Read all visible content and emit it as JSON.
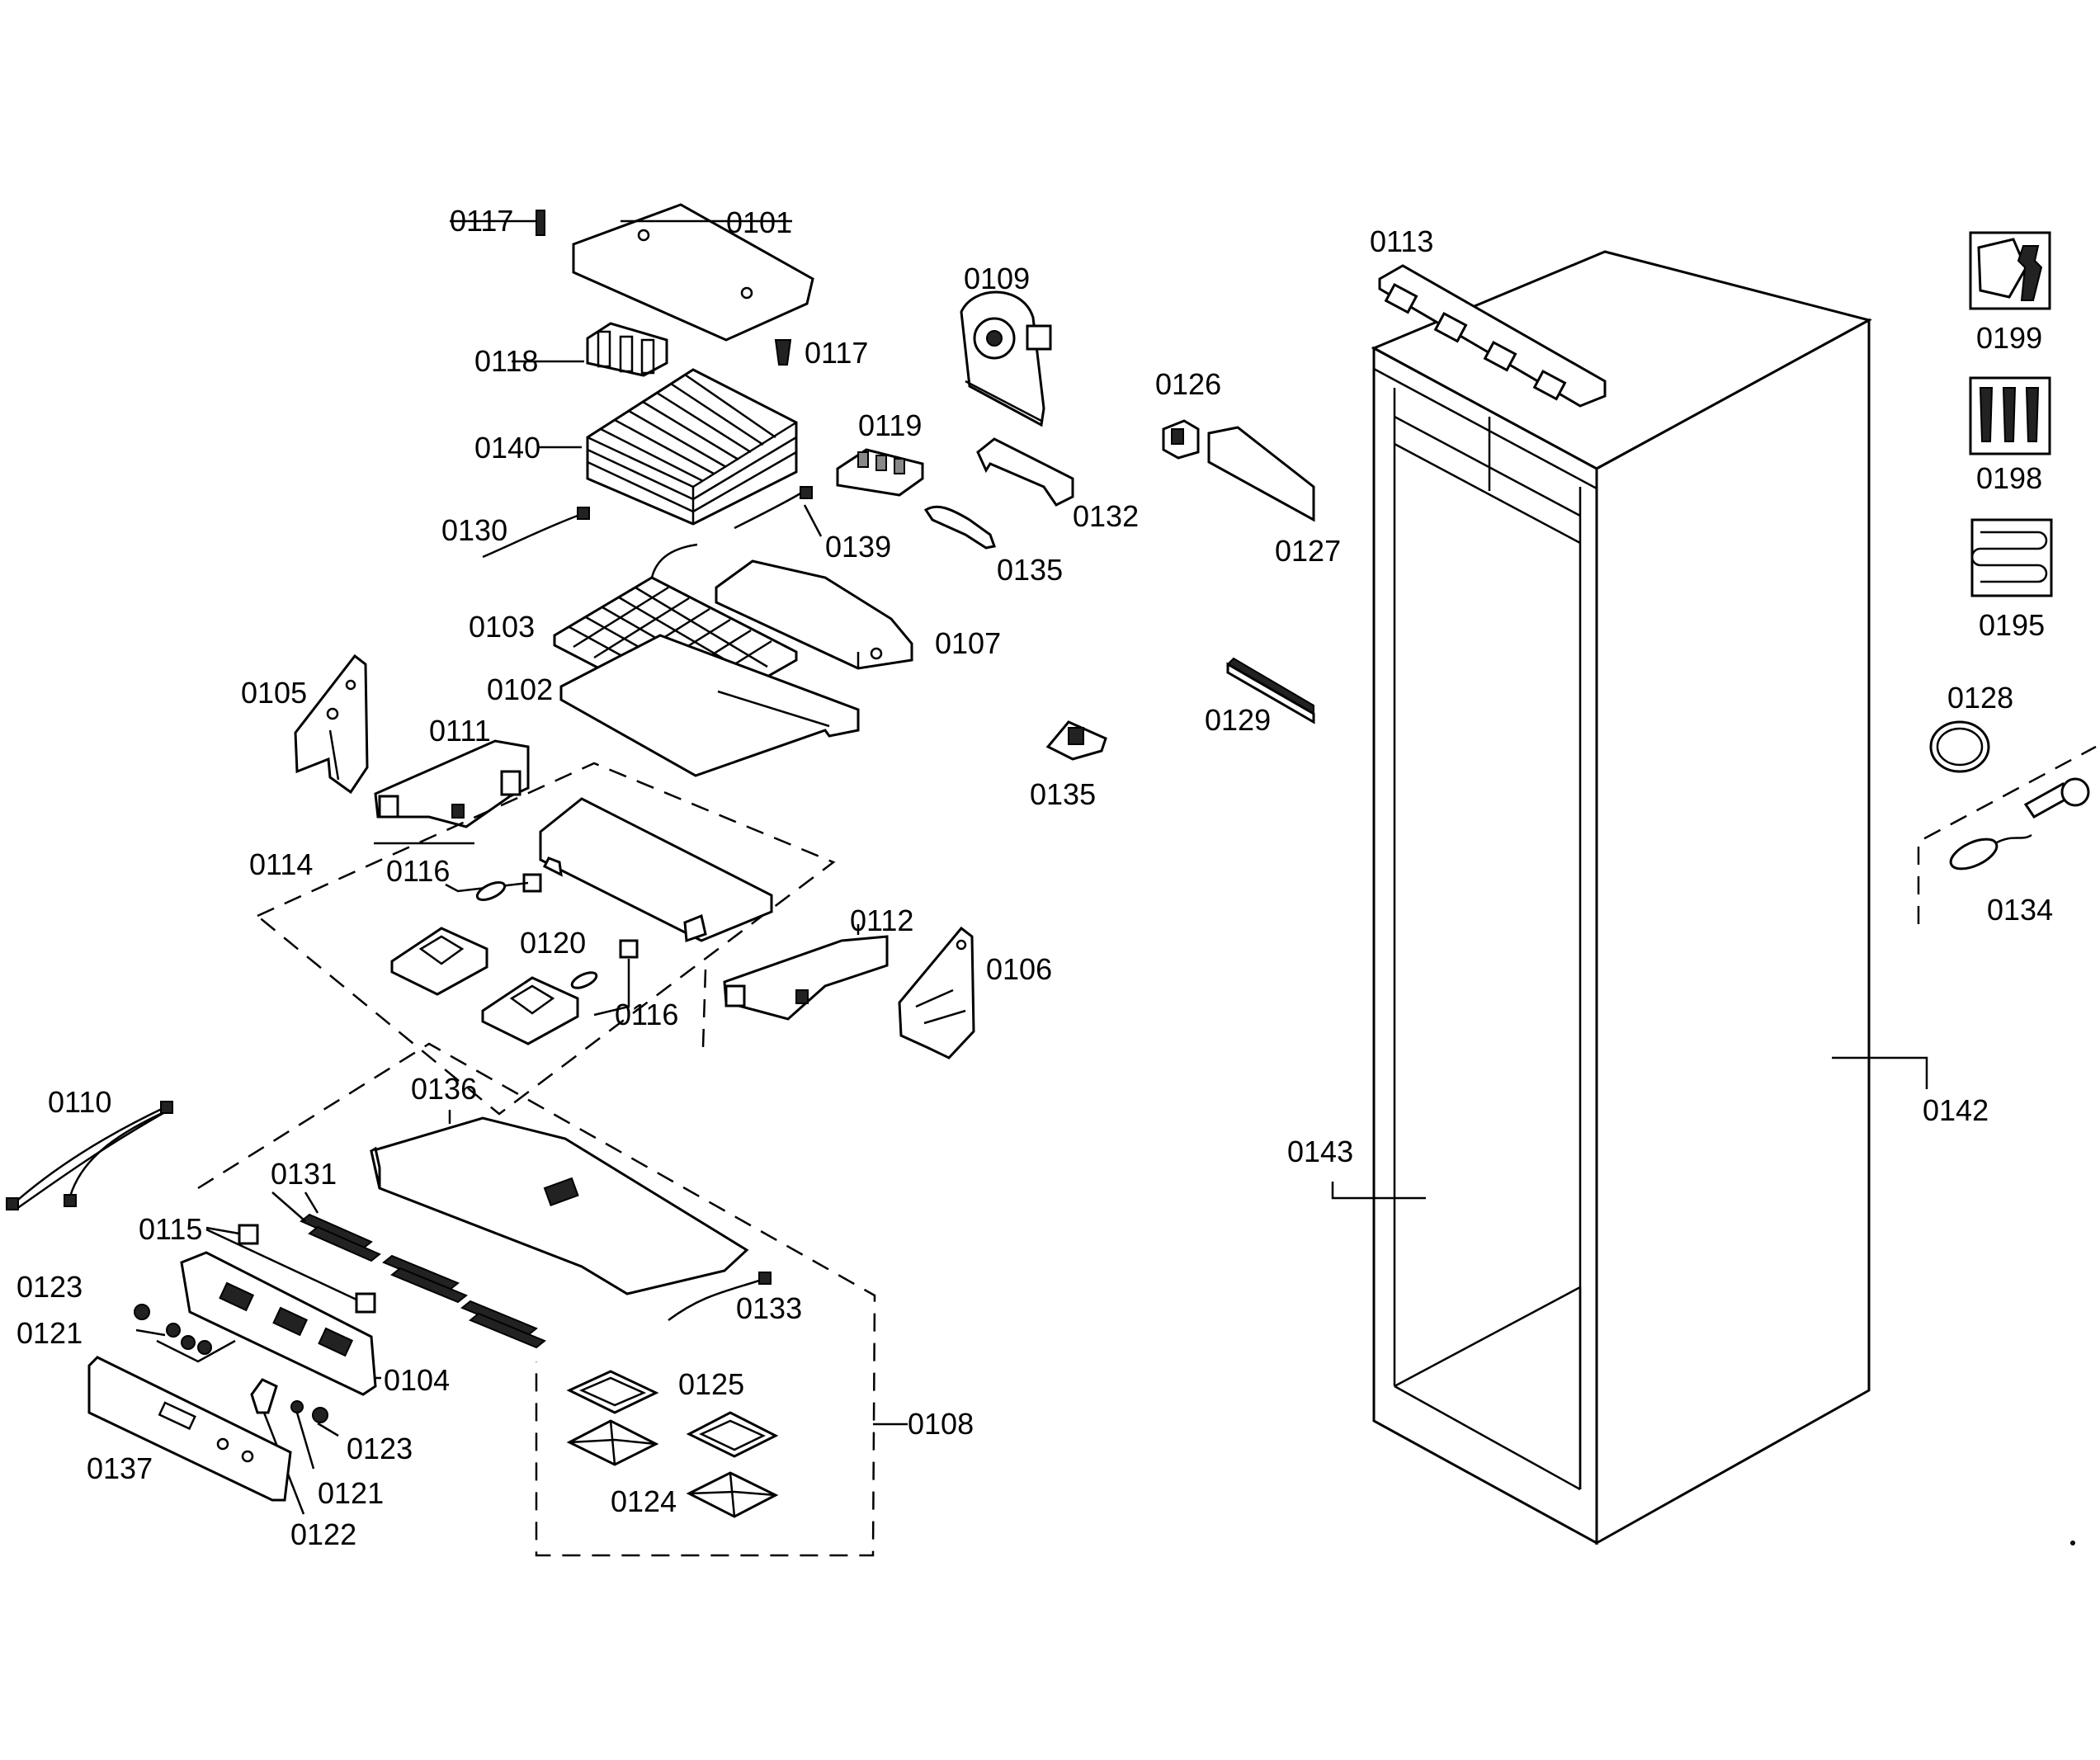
{
  "labels": {
    "l0117a": "0117",
    "l0101": "0101",
    "l0118": "0118",
    "l0117b": "0117",
    "l0140": "0140",
    "l0109": "0109",
    "l0119": "0119",
    "l0130": "0130",
    "l0139": "0139",
    "l0132": "0132",
    "l0135a": "0135",
    "l0103": "0103",
    "l0107": "0107",
    "l0102": "0102",
    "l0105": "0105",
    "l0111": "0111",
    "l0126": "0126",
    "l0127": "0127",
    "l0129": "0129",
    "l0135b": "0135",
    "l0113": "0113",
    "l0199": "0199",
    "l0198": "0198",
    "l0195": "0195",
    "l0128": "0128",
    "l0134": "0134",
    "l0114": "0114",
    "l0116a": "0116",
    "l0120": "0120",
    "l0116b": "0116",
    "l0112": "0112",
    "l0106": "0106",
    "l0110": "0110",
    "l0136": "0136",
    "l0131": "0131",
    "l0115": "0115",
    "l0123a": "0123",
    "l0121a": "0121",
    "l0104": "0104",
    "l0133": "0133",
    "l0125": "0125",
    "l0108": "0108",
    "l0137": "0137",
    "l0123b": "0123",
    "l0121b": "0121",
    "l0122": "0122",
    "l0124": "0124",
    "l0143": "0143",
    "l0142": "0142"
  },
  "icons": {
    "service_tool": "wrench-nut-icon",
    "fasteners": "screws-icon",
    "condenser": "coil-icon"
  }
}
